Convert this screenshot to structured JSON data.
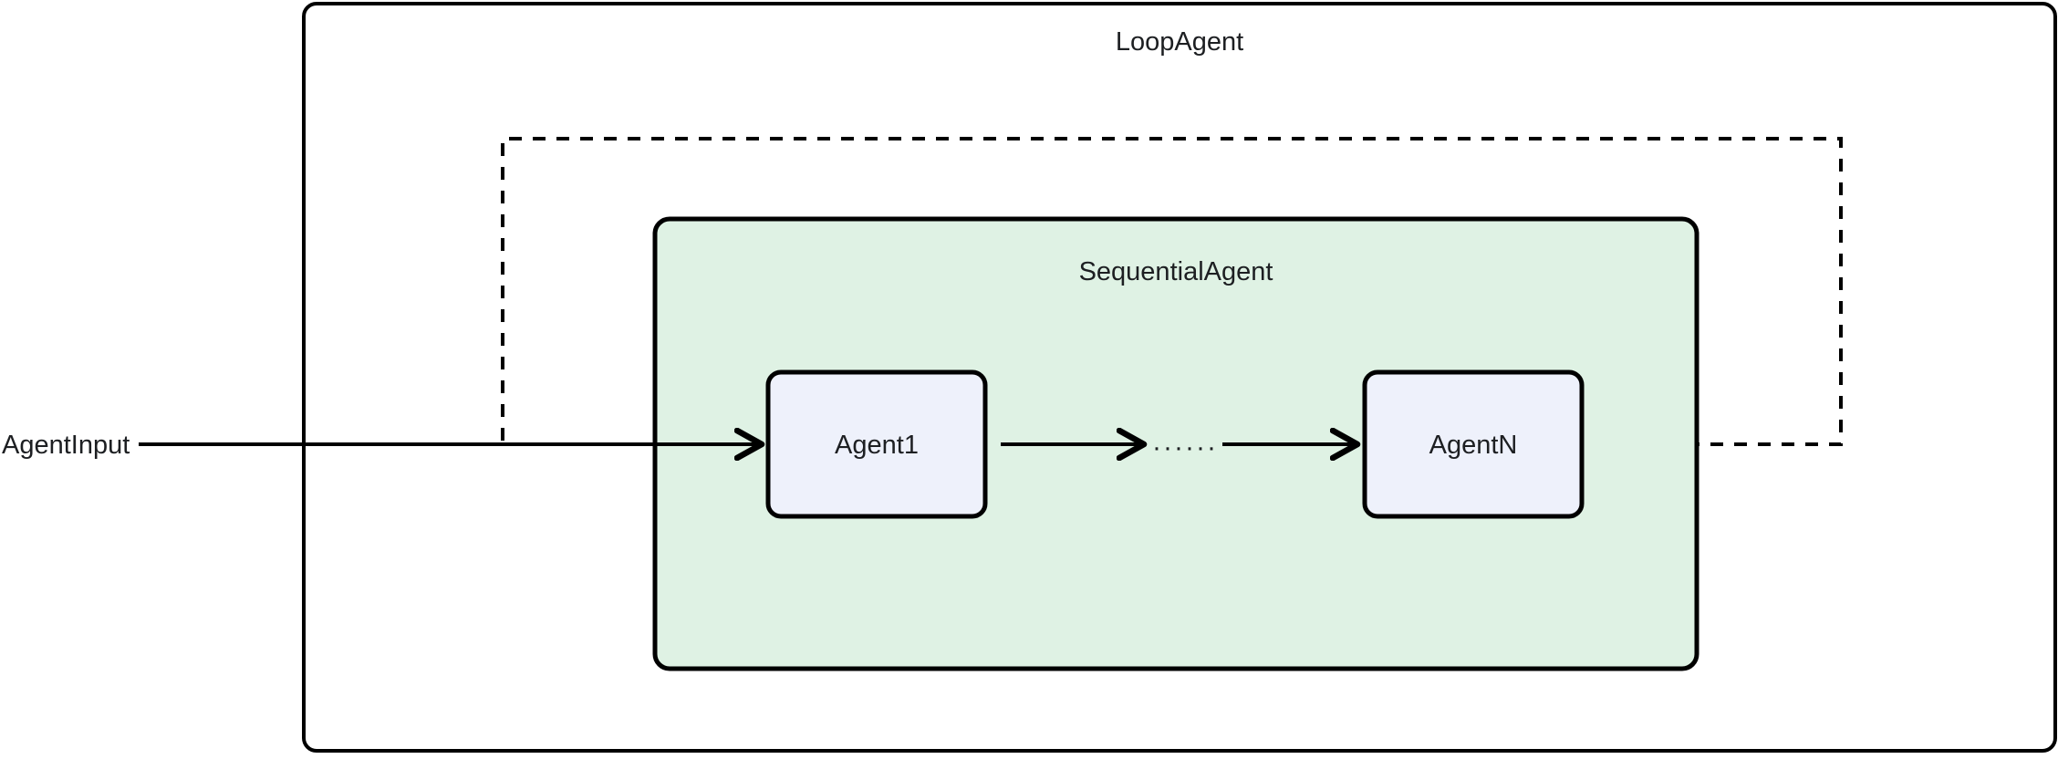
{
  "diagram": {
    "type": "agent-architecture-flow",
    "background": "#ffffff",
    "outer_container": {
      "label": "LoopAgent",
      "fill": "#ffffff",
      "stroke": "#000000",
      "label_position": "top-center"
    },
    "inner_container": {
      "label": "SequentialAgent",
      "fill": "#dff2e4",
      "stroke": "#000000",
      "label_position": "top-center"
    },
    "nodes": [
      {
        "id": "agent1",
        "label": "Agent1",
        "fill": "#eef1fb",
        "stroke": "#000000"
      },
      {
        "id": "agentN",
        "label": "AgentN",
        "fill": "#eef1fb",
        "stroke": "#000000"
      }
    ],
    "ellipsis": "······",
    "input": {
      "label": "AgentInput",
      "style": "solid-line-with-arrow",
      "target": "agent1"
    },
    "edges": [
      {
        "from": "input",
        "to": "agent1",
        "style": "solid",
        "arrow": true
      },
      {
        "from": "agent1",
        "to": "ellipsis",
        "style": "solid",
        "arrow": true
      },
      {
        "from": "ellipsis",
        "to": "agentN",
        "style": "solid",
        "arrow": true
      },
      {
        "from": "agentN",
        "to": "agent1",
        "style": "dashed",
        "arrow": true,
        "note": "loop-back"
      }
    ],
    "colors": {
      "stroke": "#000000",
      "text": "#1d1f22",
      "sequential_fill": "#dff2e4",
      "agent_fill": "#eef1fb",
      "canvas": "#ffffff"
    }
  }
}
